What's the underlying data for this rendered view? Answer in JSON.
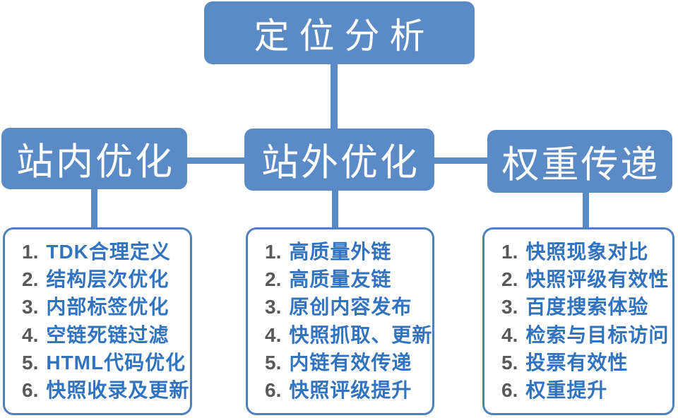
{
  "colors": {
    "box_blue": "#5b8bc7",
    "list_border_blue": "#4f81bd",
    "item_number_gray": "#595959",
    "item_text_blue": "#3173be"
  },
  "root": {
    "label": "定位分析"
  },
  "branches": [
    {
      "title": "站内优化",
      "items": [
        {
          "num": "1.",
          "text": "TDK合理定义"
        },
        {
          "num": "2.",
          "text": "结构层次优化"
        },
        {
          "num": "3.",
          "text": "内部标签优化"
        },
        {
          "num": "4.",
          "text": "空链死链过滤"
        },
        {
          "num": "5.",
          "text": "HTML代码优化"
        },
        {
          "num": "6.",
          "text": "快照收录及更新"
        }
      ]
    },
    {
      "title": "站外优化",
      "items": [
        {
          "num": "1.",
          "text": "高质量外链"
        },
        {
          "num": "2.",
          "text": "高质量友链"
        },
        {
          "num": "3.",
          "text": "原创内容发布"
        },
        {
          "num": "4.",
          "text": "快照抓取、更新"
        },
        {
          "num": "5.",
          "text": "内链有效传递"
        },
        {
          "num": "6.",
          "text": "快照评级提升"
        }
      ]
    },
    {
      "title": "权重传递",
      "items": [
        {
          "num": "1.",
          "text": "快照现象对比"
        },
        {
          "num": "2.",
          "text": "快照评级有效性"
        },
        {
          "num": "3.",
          "text": "百度搜索体验"
        },
        {
          "num": "4.",
          "text": "检索与目标访问"
        },
        {
          "num": "5.",
          "text": "投票有效性"
        },
        {
          "num": "6.",
          "text": "权重提升"
        }
      ]
    }
  ]
}
